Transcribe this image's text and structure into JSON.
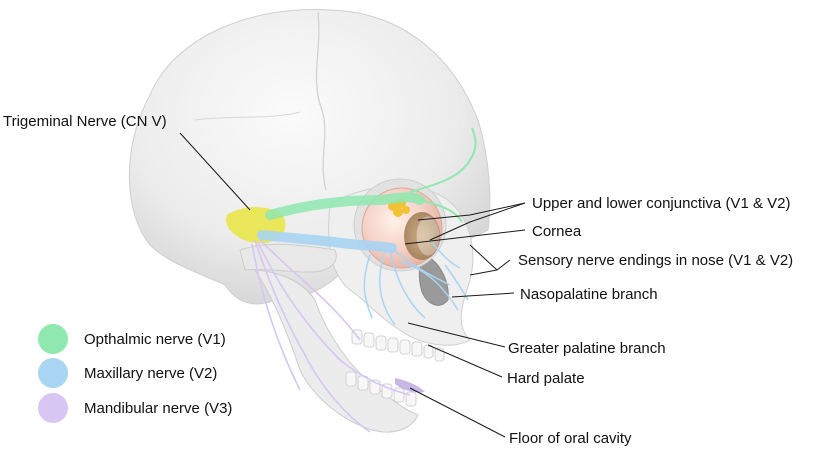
{
  "title": "Trigeminal Nerve (CN V)",
  "labels": {
    "conjunctiva": "Upper and lower conjunctiva (V1 & V2)",
    "cornea": "Cornea",
    "nose": "Sensory nerve endings in nose (V1 & V2)",
    "nasopalatine": "Nasopalatine branch",
    "greater_palatine": "Greater palatine branch",
    "hard_palate": "Hard palate",
    "floor_oral": "Floor of oral cavity"
  },
  "legend": [
    {
      "label": "Opthalmic nerve (V1)",
      "color": "#8ee8b0"
    },
    {
      "label": "Maxillary nerve (V2)",
      "color": "#a9d4f2"
    },
    {
      "label": "Mandibular nerve (V3)",
      "color": "#d8c6f2"
    }
  ],
  "colors": {
    "ophthalmic": "#8ee8b0",
    "maxillary": "#a9d4f2",
    "mandibular": "#d8c6f2",
    "ganglion": "#e9e64a",
    "bone": "#eeeeee"
  }
}
